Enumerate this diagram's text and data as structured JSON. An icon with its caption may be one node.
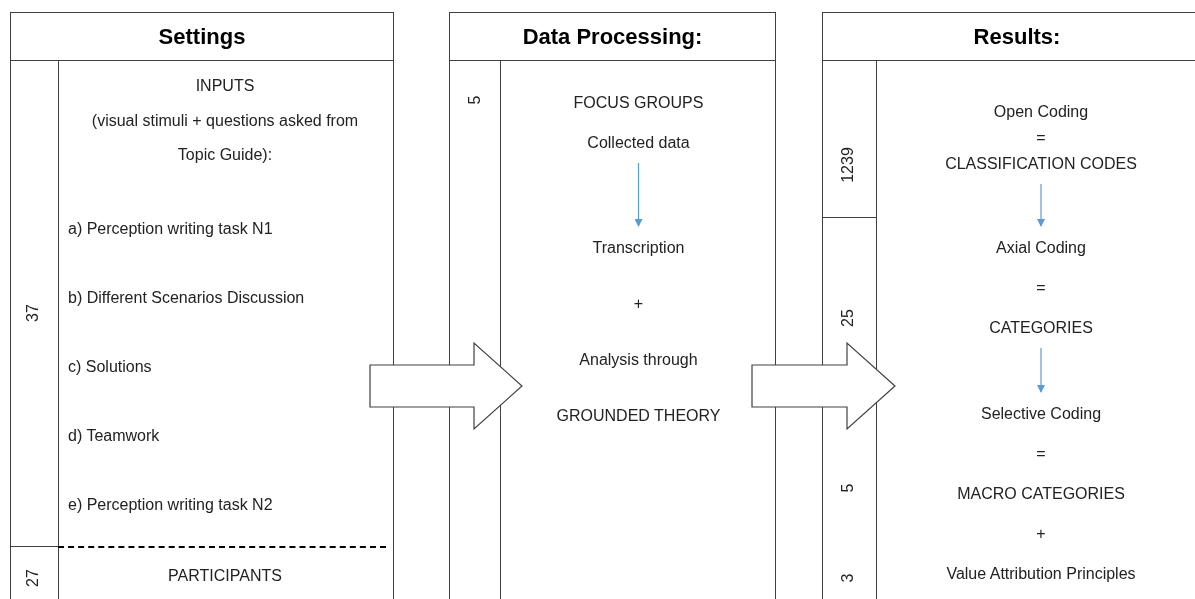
{
  "diagram": {
    "nodes": [
      {
        "text": [
          "Settings"
        ]
      },
      {
        "text": [
          "Data Processing:"
        ]
      },
      {
        "text": [
          "Results:"
        ]
      },
      {
        "text": [
          "FOCUS GROUPS",
          "Collected data"
        ],
        "in": 1
      },
      {
        "text": [
          "Transcription",
          "+",
          "Analysis through",
          "GROUNDED THEORY"
        ],
        "in": 1
      },
      {
        "text": [
          "Open Coding",
          "=",
          "CLASSIFICATION CODES"
        ],
        "in": 2
      },
      {
        "text": [
          "Axial Coding",
          "=",
          "CATEGORIES"
        ],
        "in": 2
      },
      {
        "text": [
          "Selective Coding",
          "=",
          "MACRO CATEGORIES",
          "+",
          "Value Attribution Principles"
        ],
        "in": 2
      }
    ],
    "edges": [
      {
        "from": 0,
        "to": 1,
        "arrow": "to"
      },
      {
        "from": 1,
        "to": 2,
        "arrow": "to"
      },
      {
        "from": 3,
        "to": 4,
        "arrow": "to",
        "color": "#5b9bd5"
      },
      {
        "from": 5,
        "to": 6,
        "arrow": "to",
        "color": "#5b9bd5"
      },
      {
        "from": 6,
        "to": 7,
        "arrow": "to",
        "color": "#5b9bd5"
      }
    ],
    "labels": [
      "INPUTS",
      "(visual stimuli + questions asked from Topic Guide):",
      "37",
      "a) Perception writing task N1",
      "b) Different Scenarios Discussion",
      "c) Solutions",
      "d) Teamwork",
      "e) Perception writing task N2",
      "27",
      "PARTICIPANTS",
      "5",
      "1239",
      "25",
      "5",
      "3"
    ]
  }
}
